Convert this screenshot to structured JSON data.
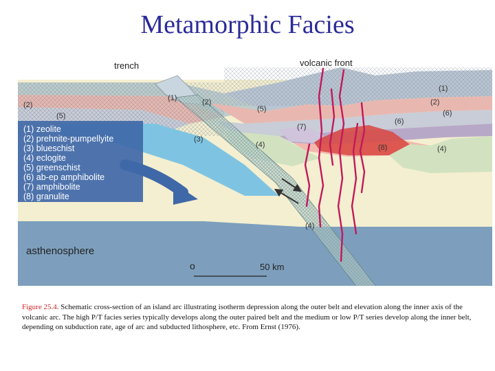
{
  "title": "Metamorphic Facies",
  "diagram": {
    "top_labels": {
      "trench": "trench",
      "volcanic_front": "volcanic front"
    },
    "legend": [
      "(1) zeolite",
      "(2) prehnite-pumpellyite",
      "(3) blueschist",
      "(4) eclogite",
      "(5) greenschist",
      "(6) ab-ep amphibolite",
      "(7) amphibolite",
      "(8) granulite"
    ],
    "zone_labels": {
      "fore_1": "(1)",
      "fore_2a": "(2)",
      "fore_5a": "(5)",
      "fore_2b": "(2)",
      "blueschist_3": "(3)",
      "fore_5b": "(5)",
      "amph_7": "(7)",
      "ecl_4a": "(4)",
      "arc_6a": "(6)",
      "gran_8": "(8)",
      "ecl_4b": "(4)",
      "arc_1": "(1)",
      "arc_2": "(2)",
      "arc_6b": "(6)",
      "slab_4": "(4)"
    },
    "asthenosphere": "asthenosphere",
    "scale": {
      "zero": "o",
      "label": "50 km"
    },
    "colors": {
      "zeolite": "#8fb0c8",
      "prehnite_pumpellyite": "#e8b8b0",
      "blueschist": "#7ec4e2",
      "eclogite": "#d2e2c0",
      "greenschist": "#c8cdd8",
      "ab_ep_amphibolite": "#b8a8c8",
      "amphibolite": "#f2b8ae",
      "granulite": "#d8473f",
      "mantle_wedge": "#f4efd0",
      "asthenosphere": "#7d9fbd",
      "magma": "#c2185b",
      "legend_bg": "#3f68a8"
    }
  },
  "caption": {
    "lead": "Figure 25.4.",
    "text": " Schematic cross-section of an island arc illustrating isotherm depression along the outer belt and elevation along the inner axis of the volcanic arc. The high P/T facies series typically develops along the outer paired belt and the medium or low P/T series develop along the inner belt, depending on subduction rate, age of arc and subducted lithosphere, etc. From Ernst (1976)."
  }
}
